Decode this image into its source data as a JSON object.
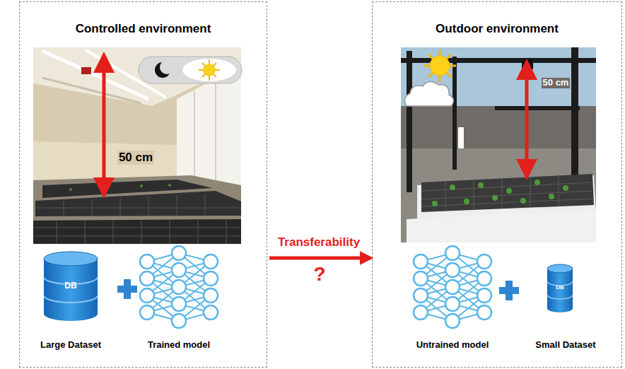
{
  "diagram": {
    "nodes": [
      {
        "text": [
          "Controlled environment"
        ]
      },
      {
        "text": [
          "Outdoor environment"
        ]
      }
    ],
    "edges": [
      {
        "from": 0,
        "to": 1,
        "arrow": "to",
        "label": "Transferability"
      }
    ],
    "labels": [
      "50 cm",
      "DB",
      "Large Dataset",
      "Trained model",
      "?",
      "50 cm",
      "DB",
      "Untrained model",
      "Small Dataset"
    ]
  }
}
